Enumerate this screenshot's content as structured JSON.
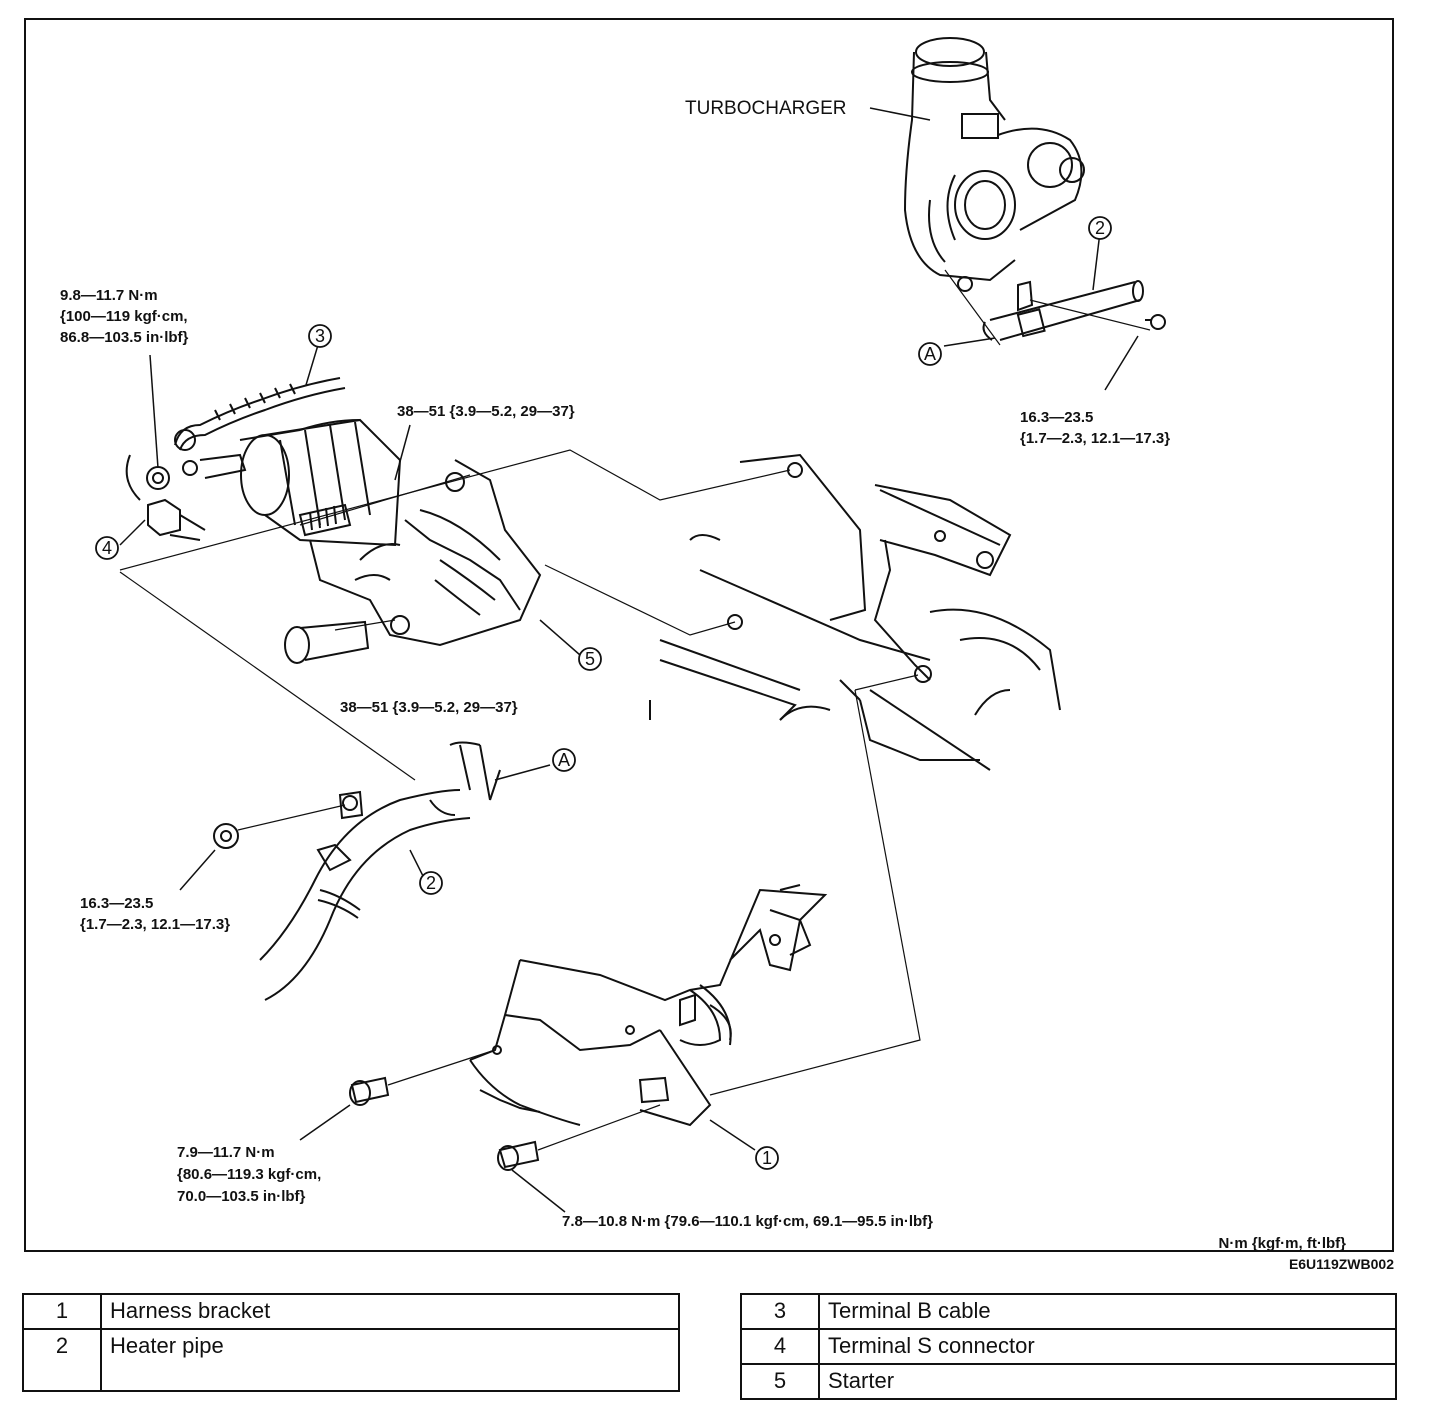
{
  "labels": {
    "turbocharger": "TURBOCHARGER",
    "torque_harness_bracket_top": [
      "9.8—11.7 N·m",
      "{100—119 kgf·cm,",
      "86.8—103.5 in·lbf}"
    ],
    "torque_starter_upper": "38—51 {3.9—5.2, 29—37}",
    "torque_starter_lower": "38—51 {3.9—5.2, 29—37}",
    "torque_turbo_bolt": [
      "16.3—23.5",
      "{1.7—2.3, 12.1—17.3}"
    ],
    "torque_heater_pipe": [
      "16.3—23.5",
      "{1.7—2.3, 12.1—17.3}"
    ],
    "torque_bracket_bolt_left": [
      "7.9—11.7 N·m",
      "{80.6—119.3 kgf·cm,",
      "70.0—103.5 in·lbf}"
    ],
    "torque_bracket_bolt_right": "7.8—10.8 N·m {79.6—110.1 kgf·cm, 69.1—95.5 in·lbf}",
    "units": "N·m {kgf·m, ft·lbf}",
    "figure_code": "E6U119ZWB002"
  },
  "callouts": {
    "c1": "1",
    "c2_top": "2",
    "c2_bottom": "2",
    "c3": "3",
    "c4": "4",
    "c5": "5",
    "a_top": "A",
    "a_bottom": "A"
  },
  "legend_left": [
    {
      "num": "1",
      "name": "Harness bracket"
    },
    {
      "num": "2",
      "name": "Heater pipe"
    }
  ],
  "legend_right": [
    {
      "num": "3",
      "name": "Terminal B cable"
    },
    {
      "num": "4",
      "name": "Terminal S connector"
    },
    {
      "num": "5",
      "name": "Starter"
    }
  ]
}
